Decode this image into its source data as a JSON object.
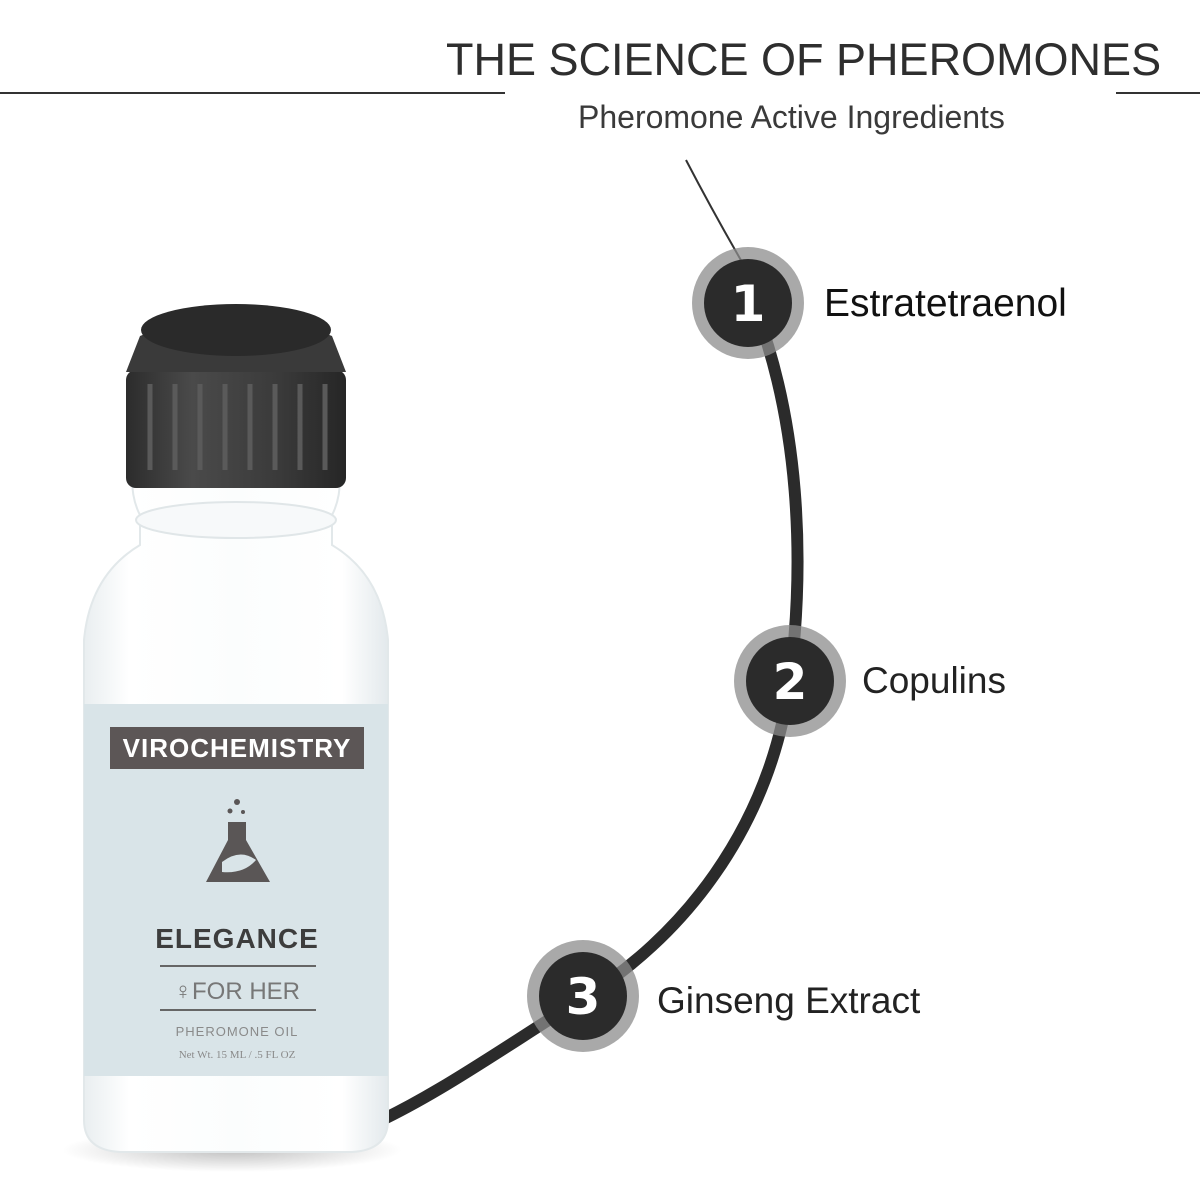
{
  "header": {
    "title": "THE SCIENCE OF PHEROMONES",
    "subtitle": "Pheromone Active Ingredients"
  },
  "ingredients": [
    {
      "number": "1",
      "label": "Estratetraenol"
    },
    {
      "number": "2",
      "label": "Copulins"
    },
    {
      "number": "3",
      "label": "Ginseng Extract"
    }
  ],
  "product": {
    "brand": "VIROCHEMISTRY",
    "name": "ELEGANCE",
    "audience": "FOR HER",
    "type": "PHEROMONE OIL",
    "net_weight": "Net Wt. 15 ML / .5 FL OZ",
    "label_color": "#d9e4e8",
    "cap_color": "#3a3a3a"
  },
  "colors": {
    "accent_dark": "#2b2b2b",
    "ring_gray": "#8c8c8c"
  }
}
